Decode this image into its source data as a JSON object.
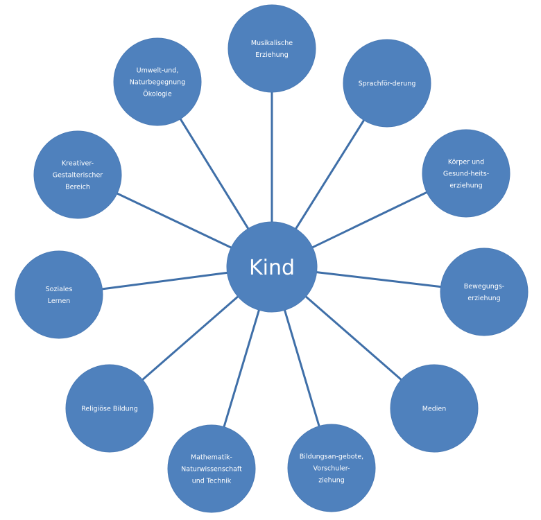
{
  "center": {
    "label": "Kind"
  },
  "nodes": [
    {
      "id": "musikalische-erziehung",
      "lines": [
        "Musikalische",
        "Erziehung"
      ]
    },
    {
      "id": "sprachfoerderung",
      "lines": [
        "Sprachför-derung"
      ]
    },
    {
      "id": "koerper-gesundheitserziehung",
      "lines": [
        "Körper und",
        "Gesund-heits-",
        "erziehung"
      ]
    },
    {
      "id": "bewegungserziehung",
      "lines": [
        "Bewegungs-",
        "erziehung"
      ]
    },
    {
      "id": "medien",
      "lines": [
        "Medien"
      ]
    },
    {
      "id": "bildungsangebote-vorschulerziehung",
      "lines": [
        "Bildungsan-gebote,",
        "Vorschuler-",
        "ziehung"
      ]
    },
    {
      "id": "mathematik-naturwissenschaft-technik",
      "lines": [
        "Mathematik-",
        "Naturwissenschaft",
        "und Technik"
      ]
    },
    {
      "id": "religioese-bildung",
      "lines": [
        "Religiöse Bildung"
      ]
    },
    {
      "id": "soziales-lernen",
      "lines": [
        "Soziales",
        "Lernen"
      ]
    },
    {
      "id": "kreativer-gestalterischer-bereich",
      "lines": [
        "Kreativer-",
        "Gestalterischer",
        "Bereich"
      ]
    },
    {
      "id": "umwelt-naturbegegnung-oekologie",
      "lines": [
        "Umwelt-und,",
        "Naturbegegnung",
        "Ökologie"
      ]
    }
  ],
  "colors": {
    "node_fill": "#4f81bd",
    "connector": "#3f6fa8",
    "text": "#ffffff"
  }
}
